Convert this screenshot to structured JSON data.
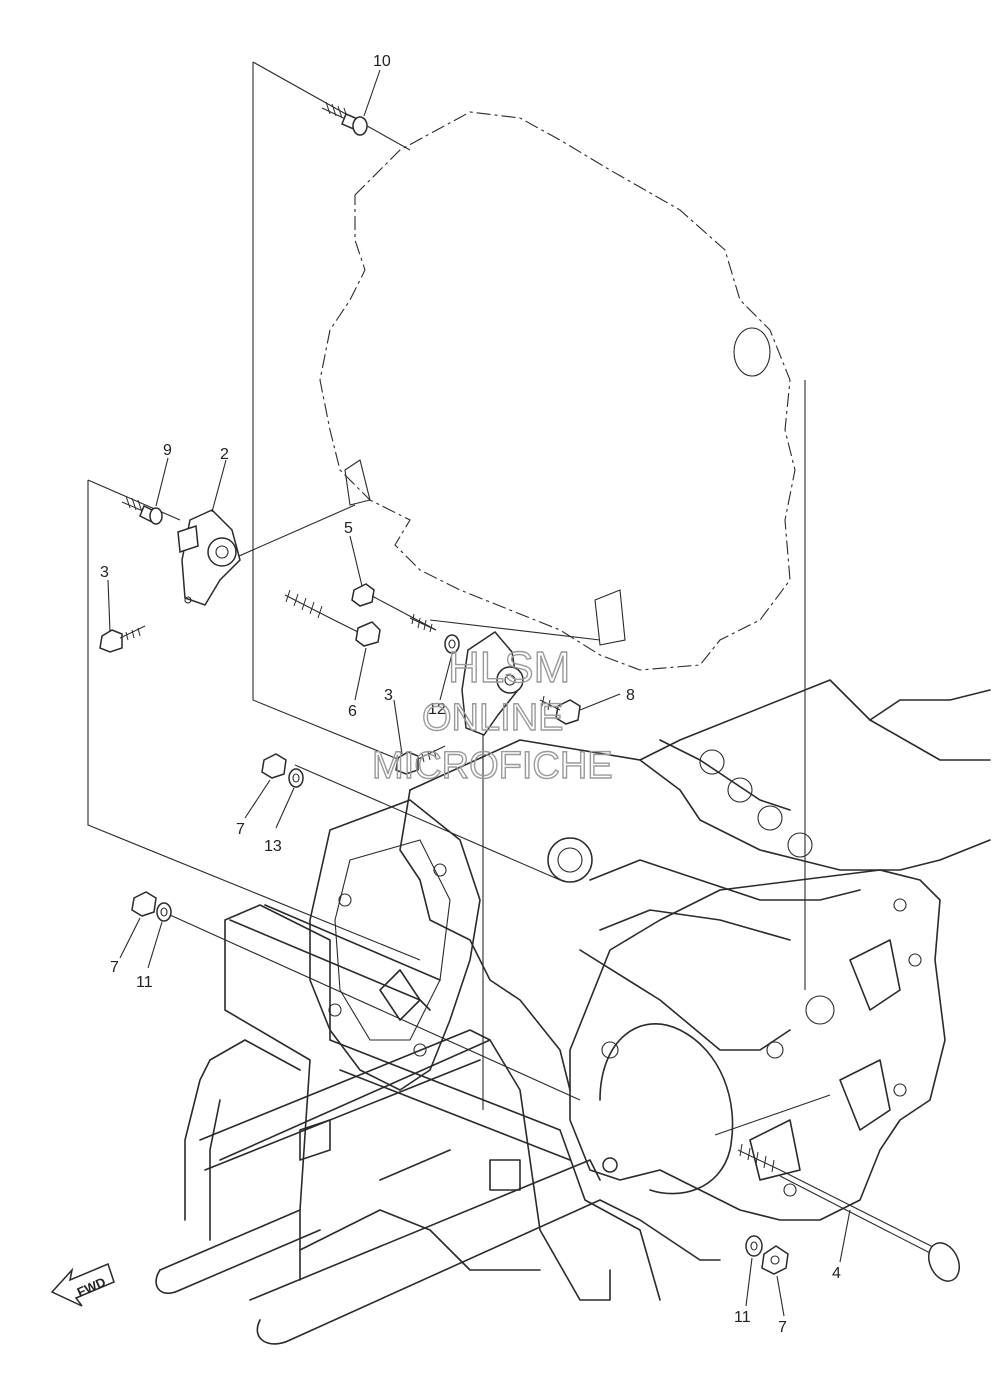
{
  "callouts": {
    "c10": "10",
    "c9": "9",
    "c2": "2",
    "c3a": "3",
    "c5": "5",
    "c6": "6",
    "c12": "12",
    "c3b": "3",
    "c8": "8",
    "c7a": "7",
    "c13": "13",
    "c7b": "7",
    "c11a": "11",
    "c4": "4",
    "c11b": "11",
    "c7c": "7"
  },
  "watermark": {
    "line1": "HLSM",
    "line2": "ONLINE",
    "line3": "MICROFICHE"
  },
  "fwd_label": "FWD"
}
